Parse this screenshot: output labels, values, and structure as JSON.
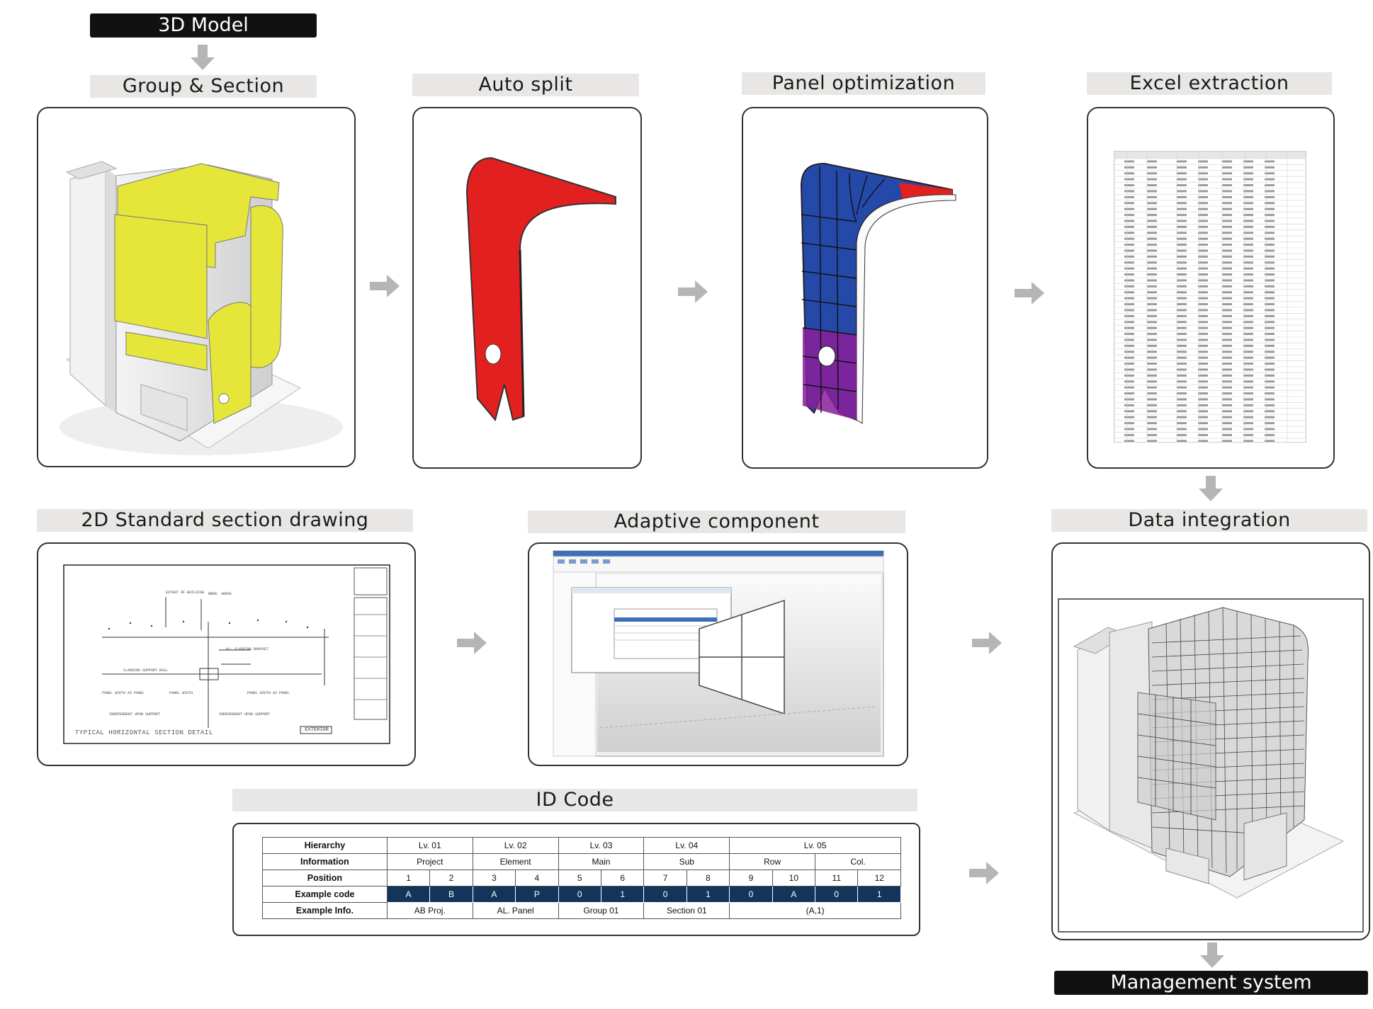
{
  "labels": {
    "model": "3D Model",
    "group": "Group & Section",
    "split": "Auto split",
    "panel_opt": "Panel optimization",
    "excel": "Excel extraction",
    "section_drawing": "2D Standard section drawing",
    "adaptive": "Adaptive component",
    "data_integration": "Data integration",
    "id_code": "ID Code",
    "management": "Management system"
  },
  "drawing": {
    "caption": "TYPICAL HORIZONTAL SECTION DETAIL",
    "tag": "EXTERIOR"
  },
  "id_table": {
    "rows": [
      {
        "label": "Hierarchy",
        "cells": [
          [
            "Lv. 01",
            2
          ],
          [
            "Lv. 02",
            2
          ],
          [
            "Lv. 03",
            2
          ],
          [
            "Lv. 04",
            2
          ],
          [
            "Lv. 05",
            4
          ]
        ]
      },
      {
        "label": "Information",
        "cells": [
          [
            "Project",
            2
          ],
          [
            "Element",
            2
          ],
          [
            "Main",
            2
          ],
          [
            "Sub",
            2
          ],
          [
            "Row",
            2
          ],
          [
            "Col.",
            2
          ]
        ]
      },
      {
        "label": "Position",
        "cells": [
          [
            "1",
            1
          ],
          [
            "2",
            1
          ],
          [
            "3",
            1
          ],
          [
            "4",
            1
          ],
          [
            "5",
            1
          ],
          [
            "6",
            1
          ],
          [
            "7",
            1
          ],
          [
            "8",
            1
          ],
          [
            "9",
            1
          ],
          [
            "10",
            1
          ],
          [
            "11",
            1
          ],
          [
            "12",
            1
          ]
        ]
      },
      {
        "label": "Example code",
        "cells": [
          [
            "A",
            1
          ],
          [
            "B",
            1
          ],
          [
            "A",
            1
          ],
          [
            "P",
            1
          ],
          [
            "0",
            1
          ],
          [
            "1",
            1
          ],
          [
            "0",
            1
          ],
          [
            "1",
            1
          ],
          [
            "0",
            1
          ],
          [
            "A",
            1
          ],
          [
            "0",
            1
          ],
          [
            "1",
            1
          ]
        ]
      },
      {
        "label": "Example Info.",
        "cells": [
          [
            "AB Proj.",
            2
          ],
          [
            "AL. Panel",
            2
          ],
          [
            "Group 01",
            2
          ],
          [
            "Section 01",
            2
          ],
          [
            "(A,1)",
            4
          ]
        ]
      }
    ]
  },
  "colors": {
    "label_bg": "#e8e7e5",
    "yellow_panel": "#e6e63a",
    "red_panel": "#e2201f",
    "blue_panel": "#2449a8",
    "purple_panel": "#8a1f9a",
    "code_row": "#15345c"
  }
}
